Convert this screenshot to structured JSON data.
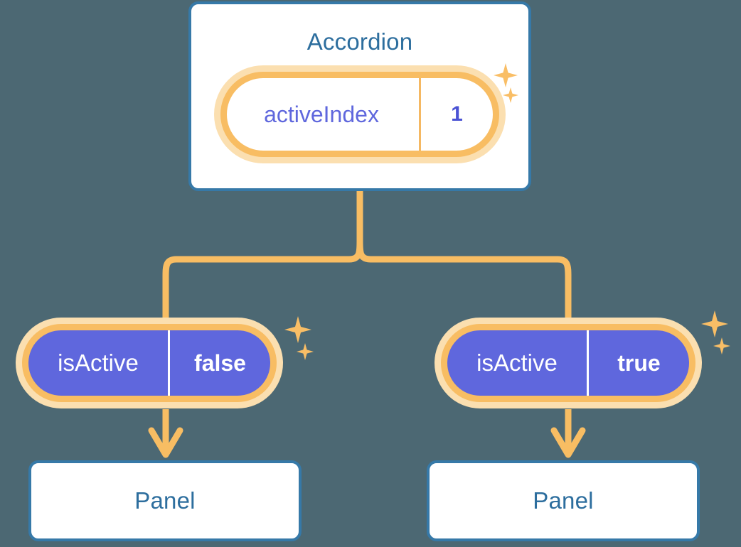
{
  "diagram": {
    "background_color": "#4c6873",
    "accent_orange": "#f8bd63",
    "accent_orange_pale": "#fbdfb0",
    "accent_blue": "#3679a8",
    "accent_purple": "#5f67dd"
  },
  "root": {
    "title": "Accordion",
    "state": {
      "key": "activeIndex",
      "value": "1"
    }
  },
  "branches": [
    {
      "state": {
        "key": "isActive",
        "value": "false"
      },
      "child": {
        "title": "Panel"
      }
    },
    {
      "state": {
        "key": "isActive",
        "value": "true"
      },
      "child": {
        "title": "Panel"
      }
    }
  ],
  "decorations": {
    "sparkle_large": "sparkle-icon",
    "sparkle_small": "sparkle-icon"
  }
}
